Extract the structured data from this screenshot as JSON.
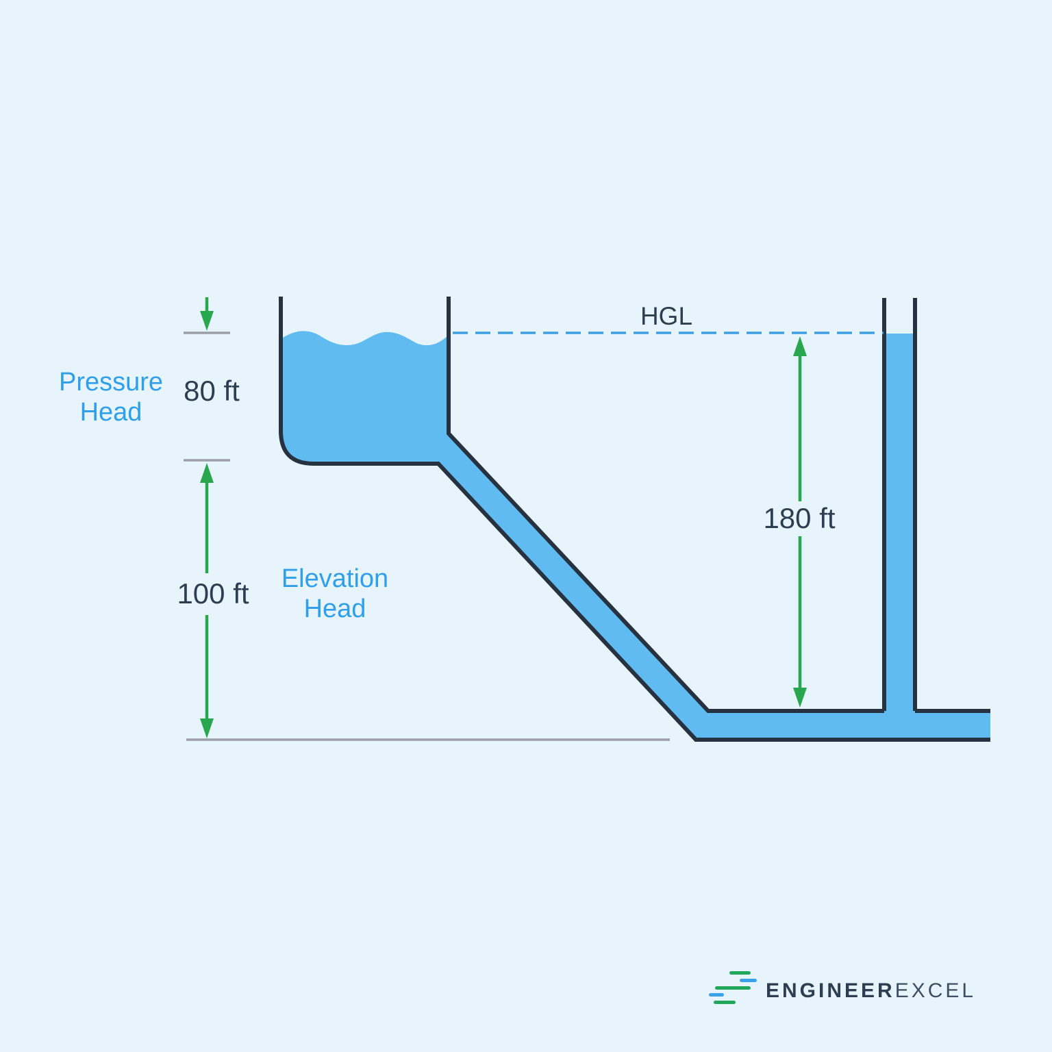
{
  "diagram": {
    "title_labels": {
      "hgl": "HGL",
      "pressure_head": {
        "line1": "Pressure",
        "line2": "Head"
      },
      "elevation_head": {
        "line1": "Elevation",
        "line2": "Head"
      }
    },
    "measurements": {
      "pressure_head": "80 ft",
      "elevation_head": "100 ft",
      "hgl_height": "180 ft"
    },
    "colors": {
      "background": "#E7F4FC",
      "water": "#5FBBF0",
      "pipe_outline": "#263240",
      "hgl_dash": "#3D9FE2",
      "dimension_green": "#28A74E",
      "reference_gray": "#9AA0A6",
      "label_blue": "#2E9FE8",
      "text_dark": "#2D3E50"
    }
  },
  "branding": {
    "logo_text_bold": "ENGINEER",
    "logo_text_light": "EXCEL",
    "logo_colors": {
      "green": "#21A65A",
      "blue": "#3BA2EA",
      "text": "#2D3E50"
    }
  }
}
